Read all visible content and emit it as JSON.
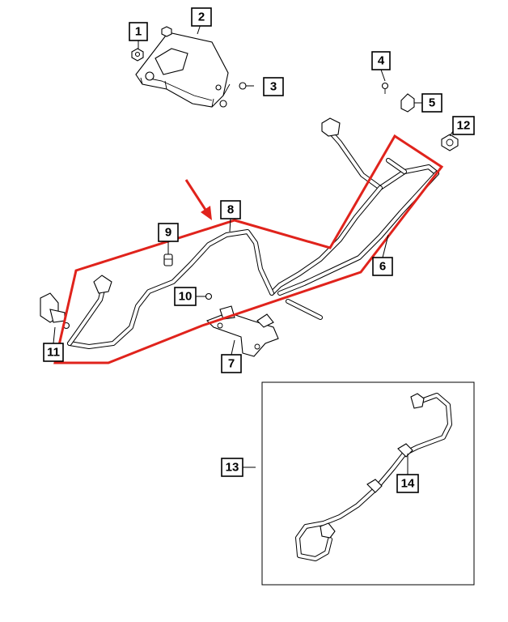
{
  "diagram": {
    "highlight_color": "#e0231c",
    "callouts": [
      {
        "id": "c1",
        "label": "1"
      },
      {
        "id": "c2",
        "label": "2"
      },
      {
        "id": "c3",
        "label": "3"
      },
      {
        "id": "c4",
        "label": "4"
      },
      {
        "id": "c5",
        "label": "5"
      },
      {
        "id": "c6",
        "label": "6"
      },
      {
        "id": "c7",
        "label": "7"
      },
      {
        "id": "c8",
        "label": "8"
      },
      {
        "id": "c9",
        "label": "9"
      },
      {
        "id": "c10",
        "label": "10"
      },
      {
        "id": "c11",
        "label": "11"
      },
      {
        "id": "c12",
        "label": "12"
      },
      {
        "id": "c13",
        "label": "13"
      },
      {
        "id": "c14",
        "label": "14"
      }
    ]
  }
}
